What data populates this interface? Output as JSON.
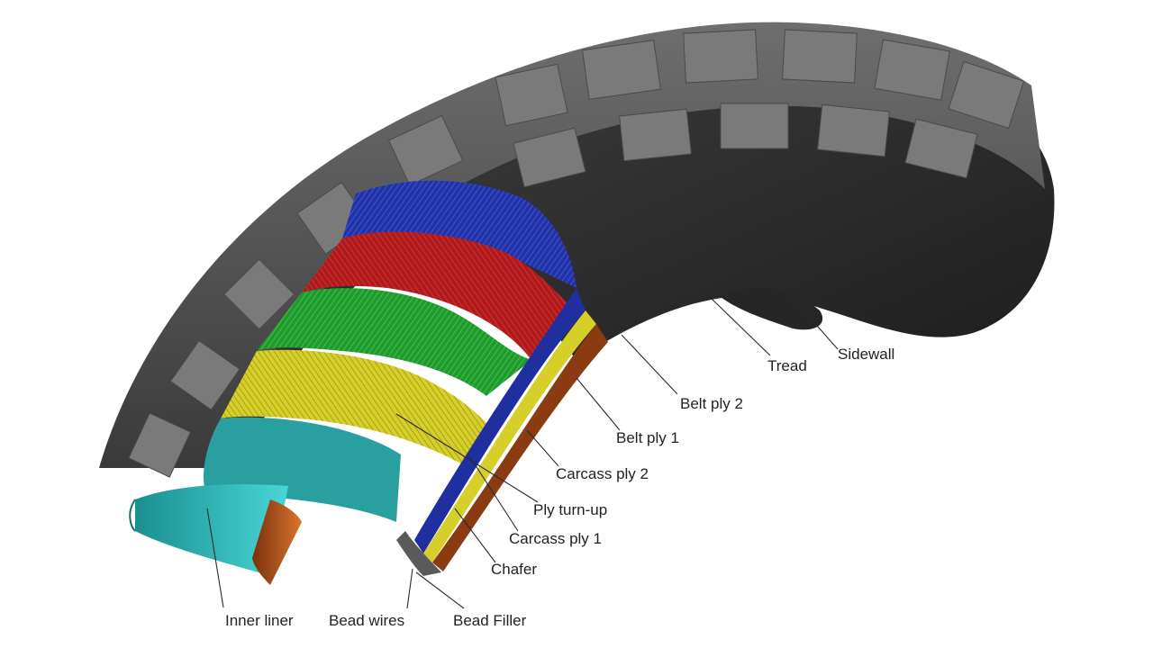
{
  "diagram": {
    "colors": {
      "tread_rubber": "#3a3a3a",
      "sidewall_rubber": "#2b2b2b",
      "belt_ply_2": "#2233aa",
      "belt_ply_1": "#b01a1a",
      "carcass_ply_2": "#1f9a2c",
      "ply_turn_up": "#d6cf2a",
      "carcass_ply_1": "#2a9fa0",
      "chafer": "#8a3b12",
      "inner_liner": "#2fb8b8",
      "bead": "#c0611c"
    },
    "labels": {
      "sidewall": "Sidewall",
      "tread": "Tread",
      "belt_ply_2": "Belt ply 2",
      "belt_ply_1": "Belt ply 1",
      "carcass_ply_2": "Carcass ply 2",
      "ply_turn_up": "Ply turn-up",
      "carcass_ply_1": "Carcass ply 1",
      "chafer": "Chafer",
      "inner_liner": "Inner liner",
      "bead_wires": "Bead wires",
      "bead_filler": "Bead Filler"
    }
  }
}
